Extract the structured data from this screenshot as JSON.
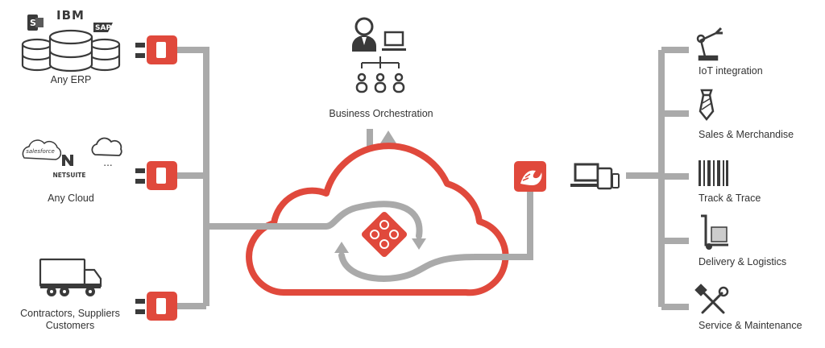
{
  "colors": {
    "brand_red": "#e0493c",
    "connector_gray": "#aaaaaa",
    "icon_dark": "#3a3a3a",
    "text": "#333333"
  },
  "left_sources": [
    {
      "label": "Any ERP",
      "logos": [
        "IBM",
        "SAP"
      ],
      "icon": "database-icon"
    },
    {
      "label": "Any Cloud",
      "logos": [
        "salesforce",
        "NETSUITE",
        "..."
      ],
      "icon": "cloud-icon"
    },
    {
      "label_lines": [
        "Contractors, Suppliers",
        "Customers"
      ],
      "icon": "truck-icon"
    }
  ],
  "center": {
    "orchestration_label": "Business Orchestration",
    "icon": "org-chart-icon"
  },
  "right_targets": [
    {
      "label": "IoT integration",
      "icon": "robot-arm-icon"
    },
    {
      "label": "Sales & Merchandise",
      "icon": "necktie-icon"
    },
    {
      "label": "Track & Trace",
      "icon": "barcode-icon"
    },
    {
      "label": "Delivery & Logistics",
      "icon": "hand-truck-icon"
    },
    {
      "label": "Service & Maintenance",
      "icon": "tools-icon"
    }
  ]
}
